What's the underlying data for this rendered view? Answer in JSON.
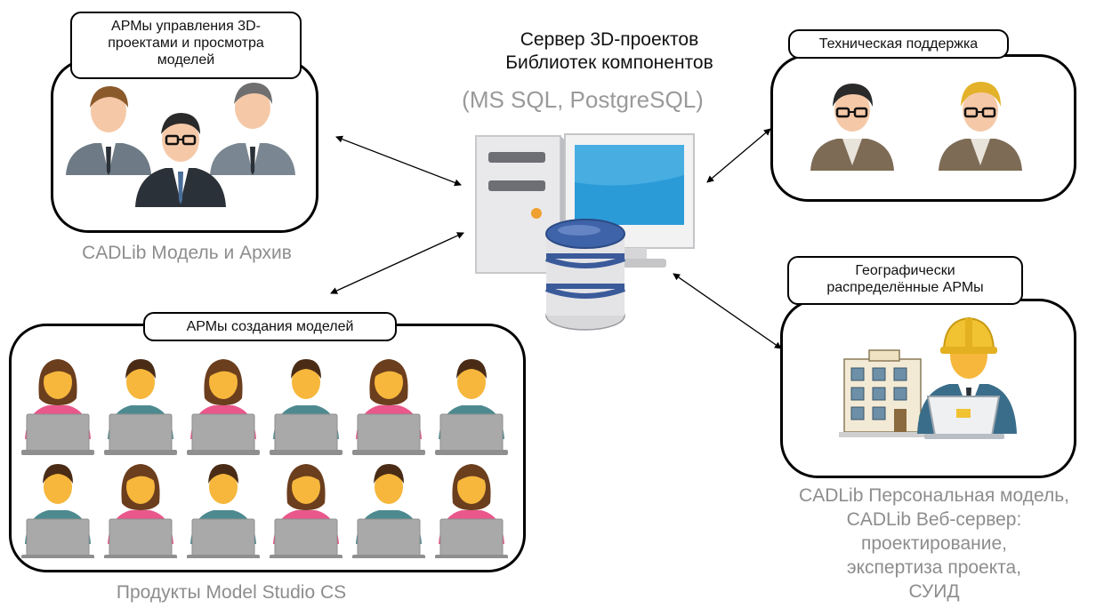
{
  "server": {
    "title_line1": "Сервер 3D-проектов",
    "title_line2": "Библиотек компонентов",
    "databases": "(MS SQL, PostgreSQL)"
  },
  "groups": {
    "management": {
      "tag_line1": "АРМы управления 3D-",
      "tag_line2": "проектами и просмотра",
      "tag_line3": "моделей",
      "caption": "CADLib Модель и Архив"
    },
    "support": {
      "tag": "Техническая поддержка"
    },
    "modeling": {
      "tag": "АРМы создания моделей",
      "caption": "Продукты Model Studio CS",
      "rows": [
        [
          "female",
          "male",
          "female",
          "male",
          "female",
          "male"
        ],
        [
          "male",
          "female",
          "male",
          "female",
          "male",
          "female"
        ]
      ]
    },
    "distributed": {
      "tag_line1": "Географически",
      "tag_line2": "распределённые АРМы",
      "caption_lines": [
        "CADLib Персональная модель,",
        "CADLib Веб-сервер:",
        "проектирование,",
        "экспертиза проекта,",
        "СУИД"
      ]
    }
  },
  "colors": {
    "frame": "#000000",
    "caption_gray": "#8d8d8d",
    "skin": "#f5c9a8",
    "worker_skin": "#f6b73c",
    "suit_gray": "#6e7b86",
    "suit_dark": "#2b3138",
    "support_jacket": "#7e6b55",
    "shirt_pink": "#e9578b",
    "shirt_teal": "#4d8a90",
    "laptop": "#a9a9a9",
    "hardhat": "#f1c232",
    "monitor_screen": "#2b9bd8",
    "database": "#3a5a9a"
  }
}
